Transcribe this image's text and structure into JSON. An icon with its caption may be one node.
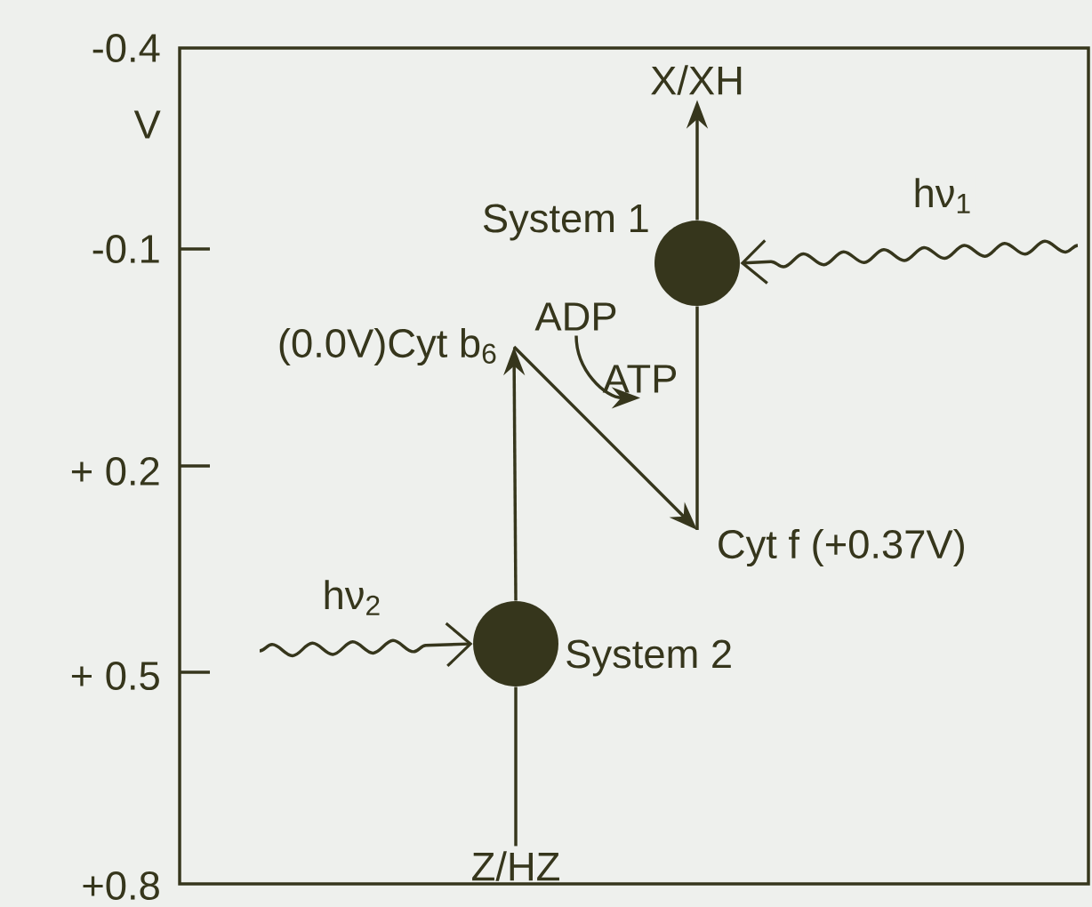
{
  "diagram": {
    "nodes": [
      {
        "text": [
          "Z/HZ"
        ]
      },
      {
        "text": [],
        "shape": "circle",
        "beside": [
          "System 2"
        ]
      },
      {
        "text": [
          "(0.0V)Cyt b$_{6}$"
        ]
      },
      {
        "text": [
          "Cyt f (+0.37V)"
        ]
      },
      {
        "text": [],
        "shape": "circle",
        "beside": [
          "System 1"
        ]
      },
      {
        "text": [
          "X/XH"
        ]
      },
      {
        "text": [
          "ADP"
        ]
      },
      {
        "text": [
          "ATP"
        ]
      }
    ],
    "edges": [
      {
        "from": 0,
        "to": 1,
        "arrow": "none"
      },
      {
        "from": 1,
        "to": 2,
        "arrow": "to"
      },
      {
        "from": 2,
        "to": 3,
        "arrow": "to"
      },
      {
        "from": 3,
        "to": 4,
        "arrow": "none"
      },
      {
        "from": 4,
        "to": 5,
        "arrow": "to"
      },
      {
        "from": null,
        "to": 4,
        "arrow": "to",
        "label": "hν$_{1}$"
      },
      {
        "from": null,
        "to": 1,
        "arrow": "to",
        "label": "hν$_{2}$"
      },
      {
        "from": 6,
        "to": 7,
        "arrow": "to"
      }
    ],
    "labels": [
      "-0.4",
      "V",
      "-0.1",
      "+ 0.2",
      "+ 0.5",
      "+0.8"
    ]
  }
}
